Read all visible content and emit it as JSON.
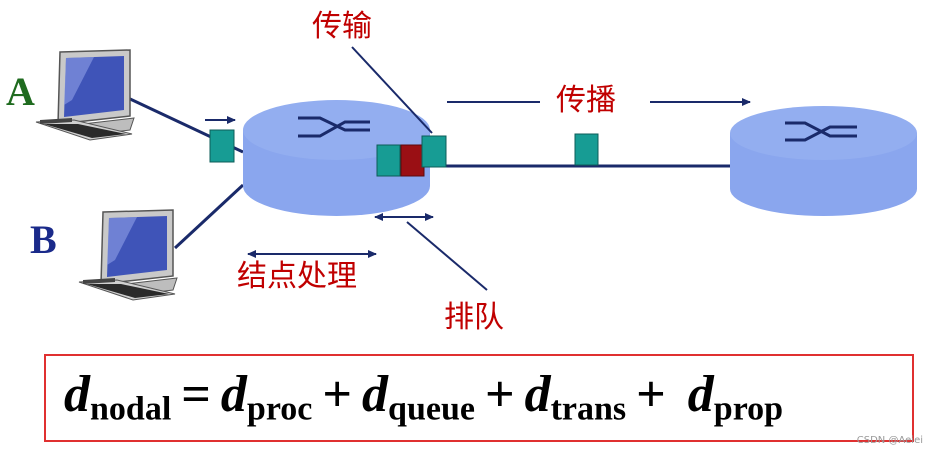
{
  "labels": {
    "transmission": "传输",
    "propagation": "传播",
    "nodal_processing": "结点处理",
    "queueing": "排队"
  },
  "hosts": [
    {
      "name": "A",
      "color": "#1f6b1f"
    },
    {
      "name": "B",
      "color": "#1a2a8a"
    }
  ],
  "formula": {
    "lhs": {
      "var": "d",
      "sub": "nodal"
    },
    "eq": "=",
    "plus": "+",
    "terms": [
      {
        "var": "d",
        "sub": "proc"
      },
      {
        "var": "d",
        "sub": "queue"
      },
      {
        "var": "d",
        "sub": "trans"
      },
      {
        "var": "d",
        "sub": "prop"
      }
    ]
  },
  "watermark": "CSDN @Aeiei",
  "colors": {
    "router": "#8aa6ee",
    "packet": "#179c94",
    "queued_packet": "#9a0f14",
    "link": "#1a2a6a",
    "label": "#c00000",
    "formula_border": "#e03030"
  }
}
